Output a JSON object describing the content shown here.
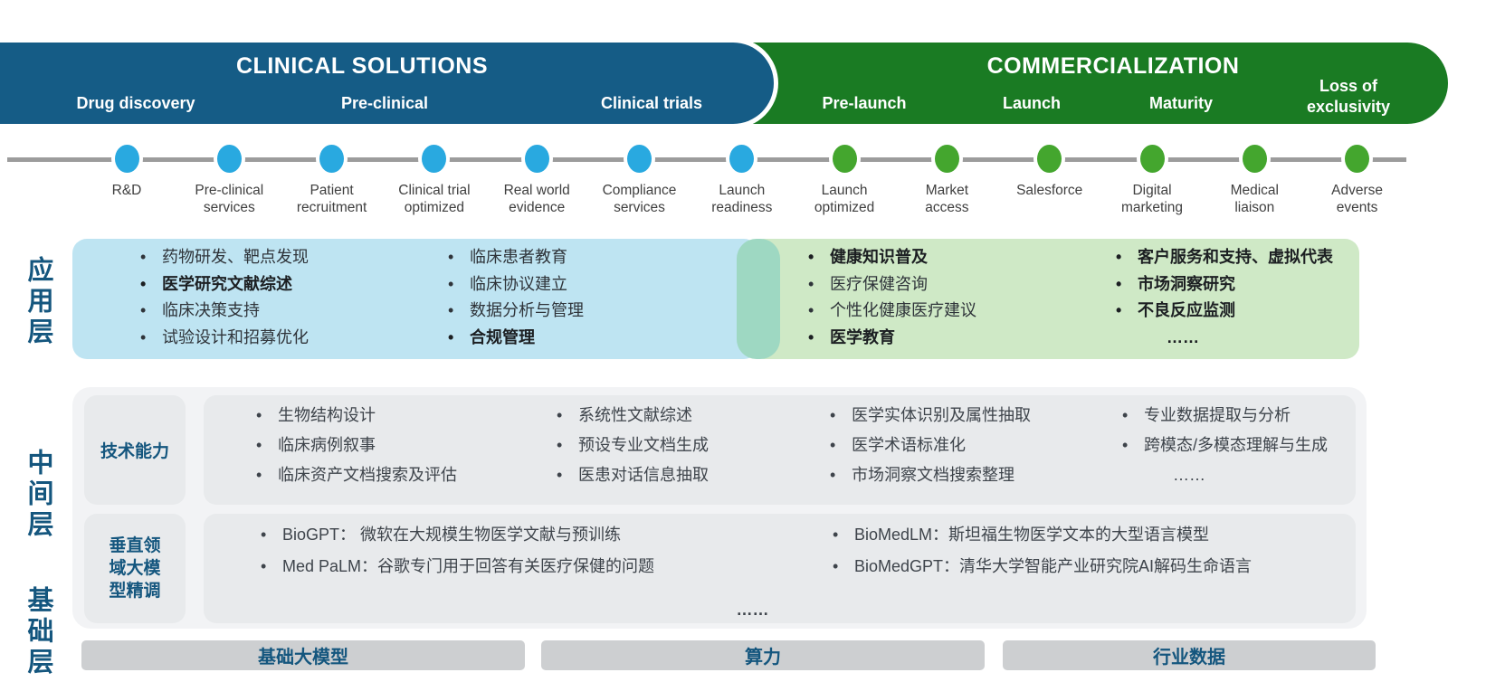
{
  "banners": {
    "clinical": {
      "title": "CLINICAL SOLUTIONS",
      "phases": [
        "Drug discovery",
        "Pre-clinical",
        "Clinical trials"
      ],
      "color": "#155C86"
    },
    "commercial": {
      "title": "COMMERCIALIZATION",
      "phases": [
        "Pre-launch",
        "Launch",
        "Maturity",
        "Loss of exclusivity"
      ],
      "color": "#1A7B23"
    }
  },
  "timeline": [
    {
      "label": "R&D",
      "stage": "clinical"
    },
    {
      "label": "Pre-clinical services",
      "stage": "clinical"
    },
    {
      "label": "Patient recruitment",
      "stage": "clinical"
    },
    {
      "label": "Clinical trial optimized",
      "stage": "clinical"
    },
    {
      "label": "Real world evidence",
      "stage": "clinical"
    },
    {
      "label": "Compliance services",
      "stage": "clinical"
    },
    {
      "label": "Launch readiness",
      "stage": "clinical"
    },
    {
      "label": "Launch optimized",
      "stage": "commercial"
    },
    {
      "label": "Market access",
      "stage": "commercial"
    },
    {
      "label": "Salesforce",
      "stage": "commercial"
    },
    {
      "label": "Digital marketing",
      "stage": "commercial"
    },
    {
      "label": "Medical liaison",
      "stage": "commercial"
    },
    {
      "label": "Adverse events",
      "stage": "commercial"
    }
  ],
  "colors": {
    "clinical_dot": "#29A9E0",
    "commercial_dot": "#44A62E",
    "app_blue_box": "#BEE4F2",
    "app_teal_strip": "#9ED8C2",
    "app_green_box": "#CFE9C6",
    "layer_text": "#14567E"
  },
  "application_layer": {
    "label": "应用层",
    "clinical_columns": [
      [
        {
          "text": "药物研发、靶点发现",
          "bold": false
        },
        {
          "text": "医学研究文献综述",
          "bold": true
        },
        {
          "text": "临床决策支持",
          "bold": false
        },
        {
          "text": "试验设计和招募优化",
          "bold": false
        }
      ],
      [
        {
          "text": "临床患者教育",
          "bold": false
        },
        {
          "text": "临床协议建立",
          "bold": false
        },
        {
          "text": "数据分析与管理",
          "bold": false
        },
        {
          "text": "合规管理",
          "bold": true
        }
      ]
    ],
    "commercial_columns": [
      [
        {
          "text": "健康知识普及",
          "bold": true
        },
        {
          "text": "医疗保健咨询",
          "bold": false
        },
        {
          "text": "个性化健康医疗建议",
          "bold": false
        },
        {
          "text": "医学教育",
          "bold": true
        }
      ],
      [
        {
          "text": "客户服务和支持、虚拟代表",
          "bold": true
        },
        {
          "text": "市场洞察研究",
          "bold": true
        },
        {
          "text": "不良反应监测",
          "bold": true
        },
        {
          "text": "……",
          "bold": true,
          "nobullet": true
        }
      ]
    ]
  },
  "middle_layer": {
    "label": "中间层",
    "rows": [
      {
        "title": "技术能力",
        "columns": [
          [
            {
              "text": "生物结构设计"
            },
            {
              "text": "临床病例叙事"
            },
            {
              "text": "临床资产文档搜索及评估"
            }
          ],
          [
            {
              "text": "系统性文献综述"
            },
            {
              "text": "预设专业文档生成"
            },
            {
              "text": "医患对话信息抽取"
            }
          ],
          [
            {
              "text": "医学实体识别及属性抽取"
            },
            {
              "text": "医学术语标准化"
            },
            {
              "text": "市场洞察文档搜索整理"
            }
          ],
          [
            {
              "text": "专业数据提取与分析"
            },
            {
              "text": "跨模态/多模态理解与生成"
            },
            {
              "text": "……",
              "nobullet": true
            }
          ]
        ]
      },
      {
        "title": "垂直领域大模型精调",
        "columns": [
          [
            {
              "text": "BioGPT： 微软在大规模生物医学文献与预训练"
            },
            {
              "text": "Med PaLM：谷歌专门用于回答有关医疗保健的问题"
            }
          ],
          [
            {
              "text": "BioMedLM：斯坦福生物医学文本的大型语言模型"
            },
            {
              "text": "BioMedGPT：清华大学智能产业研究院AI解码生命语言"
            }
          ]
        ],
        "footer": "……"
      }
    ]
  },
  "base_layer": {
    "label": "基础层",
    "bars": [
      "基础大模型",
      "算力",
      "行业数据"
    ]
  }
}
